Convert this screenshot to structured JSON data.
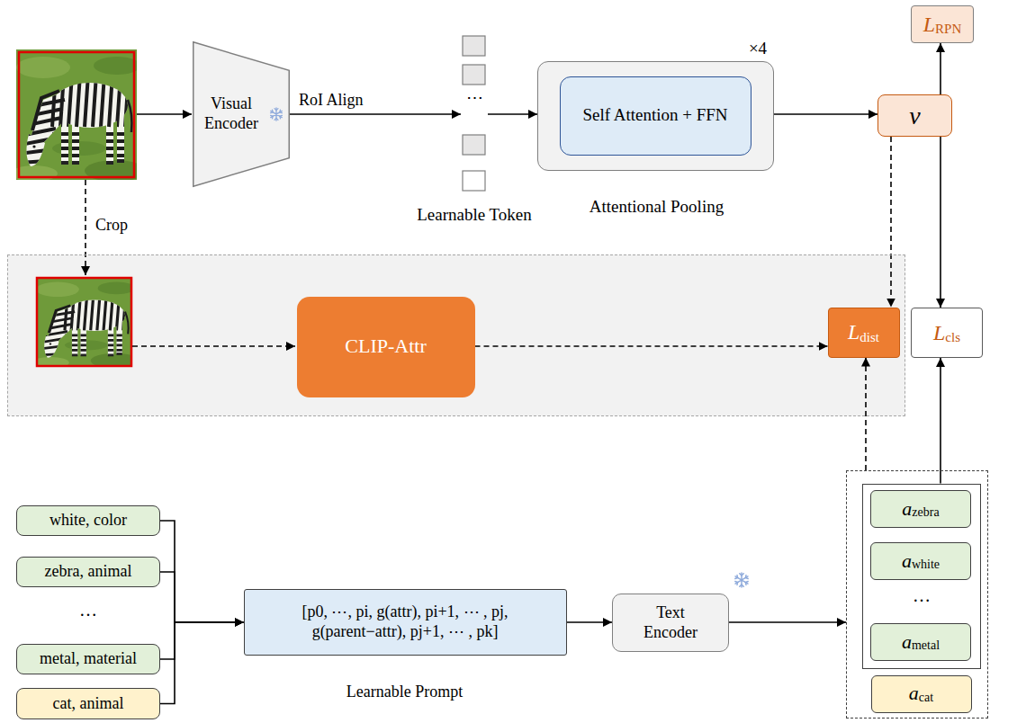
{
  "diagram": {
    "nodes": [
      {
        "text": [
          "Visual Encoder"
        ]
      },
      {
        "text": [
          "⋯",
          "Learnable Token"
        ]
      },
      {
        "text": [
          "×4",
          "Attentional Pooling"
        ]
      },
      {
        "text": [
          "Self Attention + FFN"
        ],
        "in": 2
      },
      {
        "text": [
          "v"
        ]
      },
      {
        "text": [
          "L",
          "RPN"
        ]
      },
      {
        "text": []
      },
      {
        "text": [
          "CLIP-Attr"
        ],
        "in": 6
      },
      {
        "text": [
          "L",
          "dist"
        ],
        "in": 6
      },
      {
        "text": [
          "L",
          "cls"
        ]
      },
      {
        "text": [
          "white, color"
        ]
      },
      {
        "text": [
          "zebra, animal"
        ]
      },
      {
        "text": [
          "metal, material"
        ]
      },
      {
        "text": [
          "cat, animal"
        ]
      },
      {
        "text": [
          "[p0, ⋯, pi, g(attr), pi+1, ⋯ , pj, g(parent−attr), pj+1, ⋯ , pk]",
          "Learnable Prompt"
        ]
      },
      {
        "text": [
          "Text Encoder"
        ]
      },
      {
        "text": []
      },
      {
        "text": [],
        "in": 16
      },
      {
        "text": [
          "a",
          "zebra"
        ],
        "in": 17
      },
      {
        "text": [
          "a",
          "white"
        ],
        "in": 17
      },
      {
        "text": [
          "a",
          "metal"
        ],
        "in": 17
      },
      {
        "text": [
          "a",
          "cat"
        ],
        "in": 16
      }
    ],
    "edges": [
      {
        "from": 0,
        "to": 1,
        "arrow": "to",
        "label": "RoI Align"
      },
      {
        "from": 1,
        "to": 2,
        "arrow": "to"
      },
      {
        "from": 2,
        "to": 4,
        "arrow": "to"
      },
      {
        "from": 4,
        "to": 5,
        "arrow": "to"
      },
      {
        "from": 4,
        "to": 8,
        "arrow": "to"
      },
      {
        "from": 4,
        "to": 9,
        "arrow": "to"
      },
      {
        "from": 7,
        "to": 8,
        "arrow": "to"
      },
      {
        "from": 16,
        "to": 8,
        "arrow": "to"
      },
      {
        "from": 17,
        "to": 9,
        "arrow": "to"
      },
      {
        "from": 10,
        "to": 14,
        "arrow": "to"
      },
      {
        "from": 11,
        "to": 14,
        "arrow": "to"
      },
      {
        "from": 12,
        "to": 14,
        "arrow": "to"
      },
      {
        "from": 13,
        "to": 14,
        "arrow": "to"
      },
      {
        "from": 14,
        "to": 15,
        "arrow": "to"
      },
      {
        "from": 15,
        "to": 16,
        "arrow": "to"
      }
    ],
    "labels": [
      "Crop",
      "…",
      "…"
    ]
  }
}
